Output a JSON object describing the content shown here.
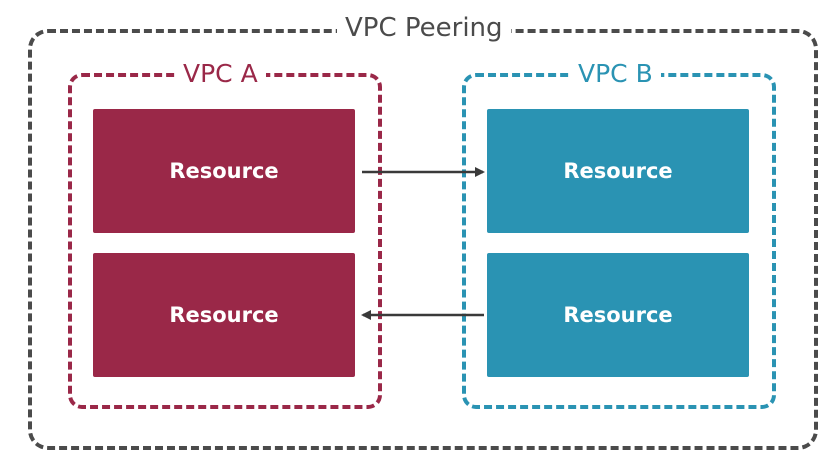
{
  "diagram": {
    "title": "VPC Peering",
    "vpc_a": {
      "label": "VPC A",
      "color": "#9a2848",
      "resources": [
        {
          "label": "Resource"
        },
        {
          "label": "Resource"
        }
      ]
    },
    "vpc_b": {
      "label": "VPC B",
      "color": "#2a93b3",
      "resources": [
        {
          "label": "Resource"
        },
        {
          "label": "Resource"
        }
      ]
    },
    "connections": [
      {
        "from": "vpc_a.resources.0",
        "to": "vpc_b.resources.0"
      },
      {
        "from": "vpc_b.resources.1",
        "to": "vpc_a.resources.1"
      }
    ],
    "frame_color": "#4b4b4b",
    "arrow_color": "#3a3a3a"
  }
}
